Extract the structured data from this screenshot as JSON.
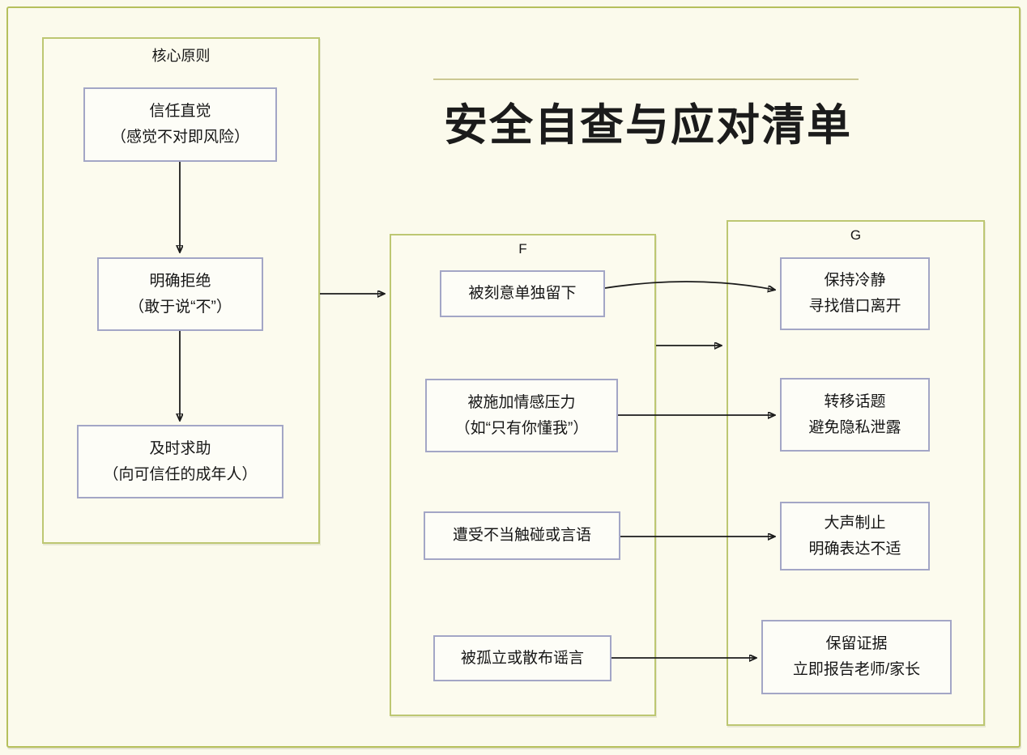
{
  "page": {
    "title": "安全自查与应对清单"
  },
  "colors": {
    "background": "#fbfaec",
    "frame_border": "#b6c05c",
    "group_border": "#bdc772",
    "node_border": "#a3a6c6",
    "node_fill": "#fdfdf7",
    "arrow": "#1b1b1b",
    "text": "#161616"
  },
  "groups": {
    "principles": {
      "label": "核心原则",
      "boxes": [
        {
          "line1": "信任直觉",
          "line2": "（感觉不对即风险）"
        },
        {
          "line1": "明确拒绝",
          "line2": "（敢于说“不”）"
        },
        {
          "line1": "及时求助",
          "line2": "（向可信任的成年人）"
        }
      ]
    },
    "f": {
      "label": "F",
      "boxes": [
        {
          "line1": "被刻意单独留下",
          "line2": ""
        },
        {
          "line1": "被施加情感压力",
          "line2": "（如“只有你懂我”）"
        },
        {
          "line1": "遭受不当触碰或言语",
          "line2": ""
        },
        {
          "line1": "被孤立或散布谣言",
          "line2": ""
        }
      ]
    },
    "g": {
      "label": "G",
      "boxes": [
        {
          "line1": "保持冷静",
          "line2": "寻找借口离开"
        },
        {
          "line1": "转移话题",
          "line2": "避免隐私泄露"
        },
        {
          "line1": "大声制止",
          "line2": "明确表达不适"
        },
        {
          "line1": "保留证据",
          "line2": "立即报告老师/家长"
        }
      ]
    }
  }
}
